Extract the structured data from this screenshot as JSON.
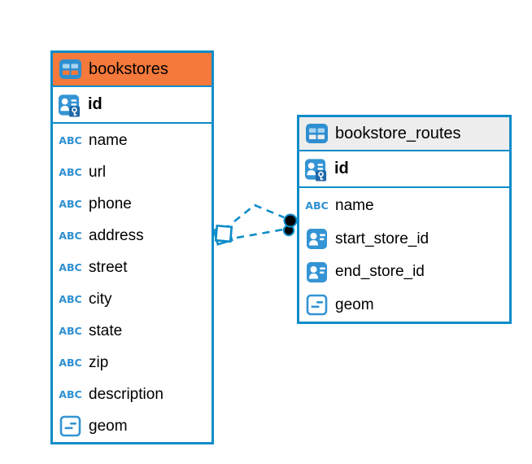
{
  "icons": {
    "text_type_label": "ABC"
  },
  "colors": {
    "table_border_blue": "#0C8CC9",
    "icon_blue": "#3494D4",
    "abc_blue": "#2F90D1",
    "header_orange": "#F5793B",
    "header_gray": "#EDEDED",
    "key_badge_blue": "#1E67A8",
    "relation_line_blue": "#0C8CC9"
  },
  "tables": [
    {
      "title": "bookstores",
      "pk": {
        "name": "id"
      },
      "fields": [
        {
          "name": "name",
          "type": "text"
        },
        {
          "name": "url",
          "type": "text"
        },
        {
          "name": "phone",
          "type": "text"
        },
        {
          "name": "address",
          "type": "text"
        },
        {
          "name": "street",
          "type": "text"
        },
        {
          "name": "city",
          "type": "text"
        },
        {
          "name": "state",
          "type": "text"
        },
        {
          "name": "zip",
          "type": "text"
        },
        {
          "name": "description",
          "type": "text"
        },
        {
          "name": "geom",
          "type": "geometry"
        }
      ]
    },
    {
      "title": "bookstore_routes",
      "pk": {
        "name": "id"
      },
      "fields": [
        {
          "name": "name",
          "type": "text"
        },
        {
          "name": "start_store_id",
          "type": "reference"
        },
        {
          "name": "end_store_id",
          "type": "reference"
        },
        {
          "name": "geom",
          "type": "geometry"
        }
      ]
    }
  ],
  "relations": [
    {
      "from": "bookstore_routes.start_store_id",
      "to": "bookstores.id",
      "style": "dashed"
    },
    {
      "from": "bookstore_routes.end_store_id",
      "to": "bookstores.id",
      "style": "dashed"
    }
  ]
}
